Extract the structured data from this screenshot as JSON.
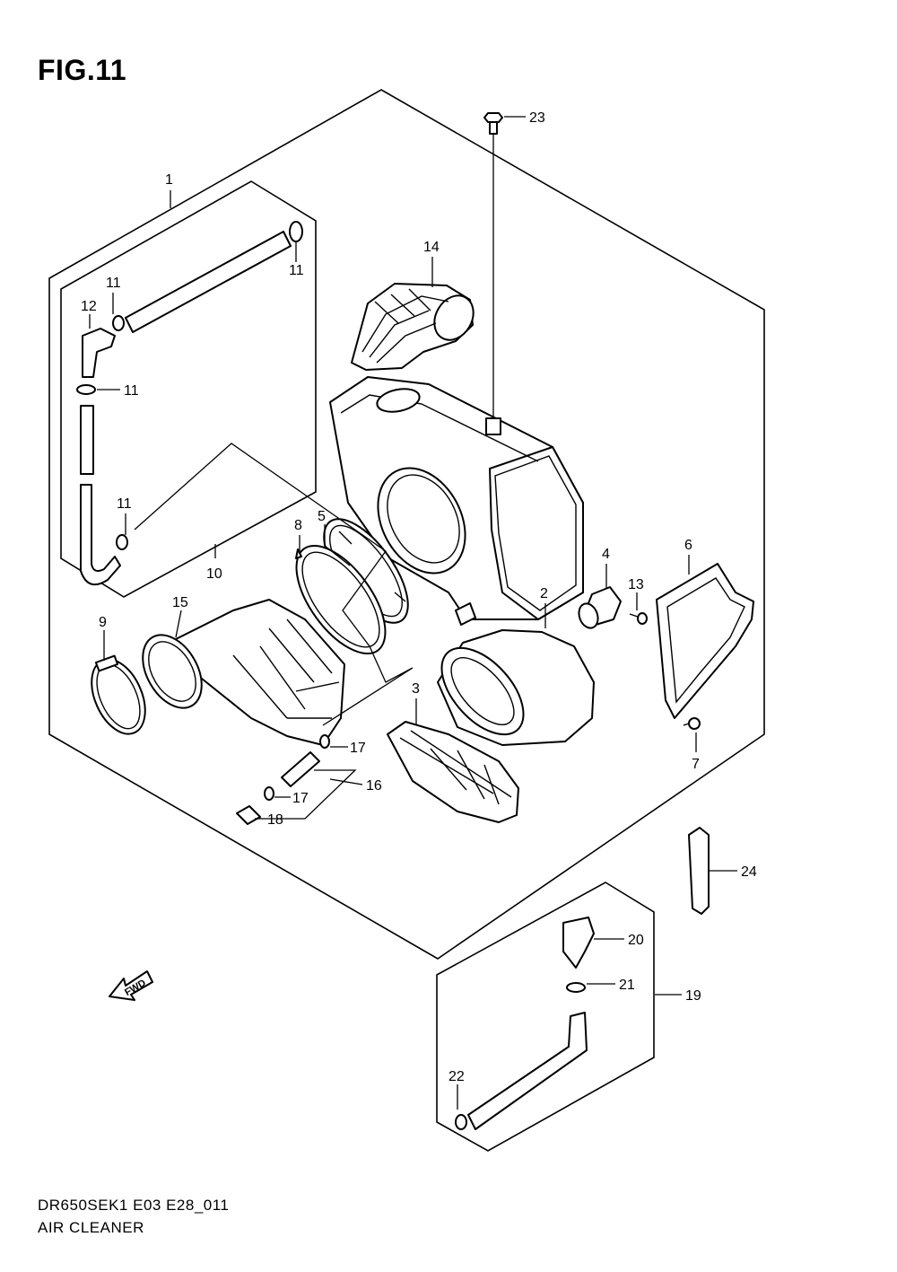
{
  "figure": {
    "title": "FIG.11"
  },
  "footer": {
    "code": "DR650SEK1 E03 E28_011",
    "name": "AIR CLEANER"
  },
  "direction_marker": {
    "text": "FWD",
    "icon": "forward-arrow-icon"
  },
  "callouts": [
    {
      "id": "c1",
      "label": "1"
    },
    {
      "id": "c2",
      "label": "2"
    },
    {
      "id": "c3",
      "label": "3"
    },
    {
      "id": "c4",
      "label": "4"
    },
    {
      "id": "c5",
      "label": "5"
    },
    {
      "id": "c6",
      "label": "6"
    },
    {
      "id": "c7",
      "label": "7"
    },
    {
      "id": "c8",
      "label": "8"
    },
    {
      "id": "c9",
      "label": "9"
    },
    {
      "id": "c10",
      "label": "10"
    },
    {
      "id": "c11a",
      "label": "11"
    },
    {
      "id": "c11b",
      "label": "11"
    },
    {
      "id": "c11c",
      "label": "11"
    },
    {
      "id": "c11d",
      "label": "11"
    },
    {
      "id": "c12",
      "label": "12"
    },
    {
      "id": "c13",
      "label": "13"
    },
    {
      "id": "c14",
      "label": "14"
    },
    {
      "id": "c15",
      "label": "15"
    },
    {
      "id": "c16",
      "label": "16"
    },
    {
      "id": "c17a",
      "label": "17"
    },
    {
      "id": "c17b",
      "label": "17"
    },
    {
      "id": "c18",
      "label": "18"
    },
    {
      "id": "c19",
      "label": "19"
    },
    {
      "id": "c20",
      "label": "20"
    },
    {
      "id": "c21",
      "label": "21"
    },
    {
      "id": "c22",
      "label": "22"
    },
    {
      "id": "c23",
      "label": "23"
    },
    {
      "id": "c24",
      "label": "24"
    }
  ]
}
